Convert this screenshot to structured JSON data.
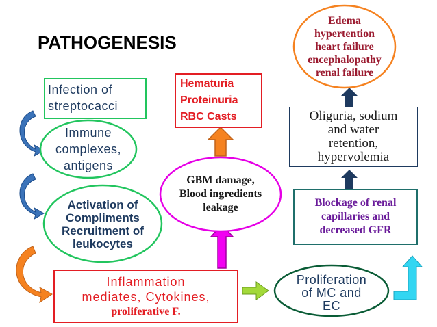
{
  "title": "PATHOGENESIS",
  "colors": {
    "green": "#22c55e",
    "orange": "#f58220",
    "magenta": "#e600e6",
    "red": "#e31e24",
    "teal": "#1f6f6b",
    "navy": "#1e3a5f",
    "dark_red": "#b3122a",
    "purple": "#6a1b9a",
    "brown_red": "#9b1b30",
    "dark_green": "#0a5c36"
  },
  "nodes": {
    "infection": {
      "line1": "Infection of",
      "line2": "streptocacci"
    },
    "immune": {
      "line1": "Immune",
      "line2": "complexes,",
      "line3": "antigens"
    },
    "activation": {
      "line1": "Activation of",
      "line2": "Compliments",
      "line3": "Recruitment of",
      "line4": "leukocytes"
    },
    "inflammation": {
      "line1": "Inflammation",
      "line2": "mediates, Cytokines,",
      "line3": "proliferative F."
    },
    "hematuria": {
      "line1": "Hematuria",
      "line2": "Proteinuria",
      "line3": "RBC Casts"
    },
    "gbm": {
      "line1": "GBM damage,",
      "line2": "Blood ingredients",
      "line3": "leakage"
    },
    "proliferation": {
      "line1": "Proliferation",
      "line2": "of MC and",
      "line3": "EC"
    },
    "blockage": {
      "line1": "Blockage of renal",
      "line2": "capillaries and",
      "line3": "decreased GFR"
    },
    "oliguria": {
      "line1": "Oliguria, sodium",
      "line2": "and water",
      "line3": "retention,",
      "line4": "hypervolemia"
    },
    "edema": {
      "line1": "Edema",
      "line2": "hypertention",
      "line3": "heart failure",
      "line4": "encephalopathy",
      "line5": "renal failure"
    }
  }
}
